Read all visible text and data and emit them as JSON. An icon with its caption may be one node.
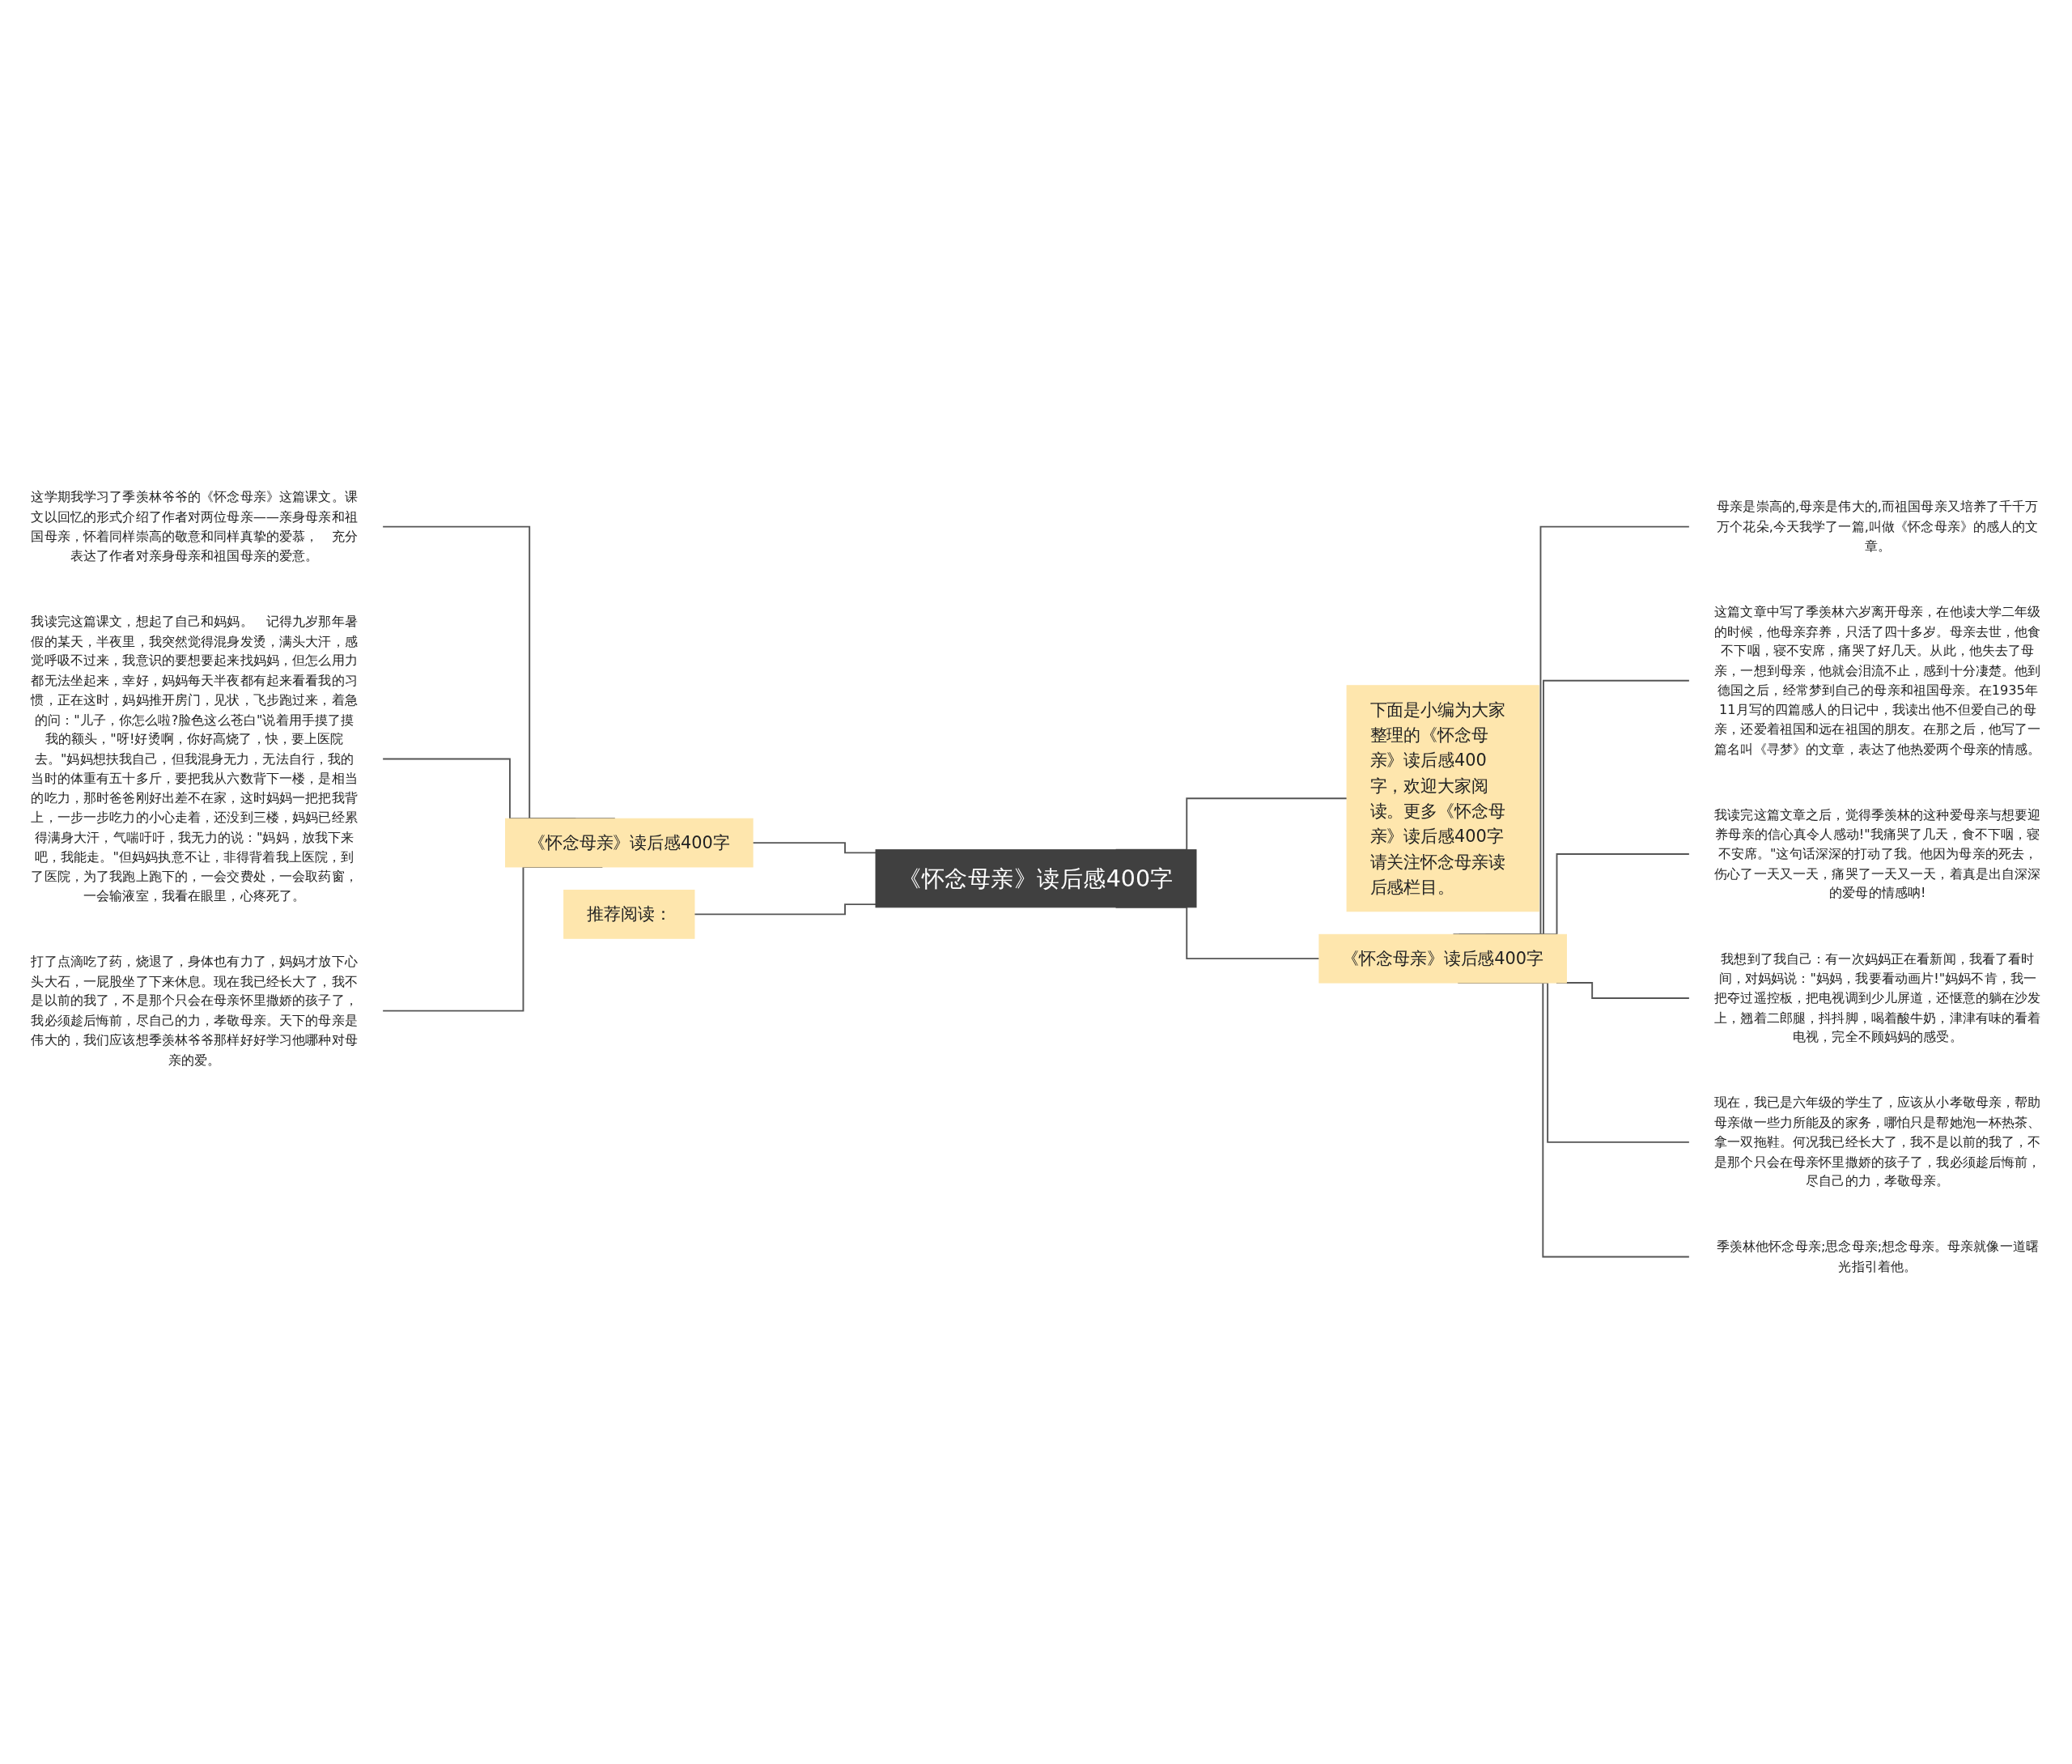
{
  "diagram": {
    "nodes": [
      {
        "text": [
          "《怀念母亲》读后感400字"
        ]
      },
      {
        "text": [
          "《怀念母亲》读后感400字"
        ]
      },
      {
        "text": [
          "这学期我学习了季羡林爷爷的《怀念母亲》这篇课文。课文以回忆的形式介绍了作者对两位母亲——亲身母亲和祖国母亲，怀着同样崇高的敬意和同样真挚的爱慕，　充分表达了作者对亲身母亲和祖国母亲的爱意。"
        ]
      },
      {
        "text": [
          "我读完这篇课文，想起了自己和妈妈。　记得九岁那年暑假的某天，半夜里，我突然觉得混身发烫，满头大汗，感觉呼吸不过来，我意识的要想要起来找妈妈，但怎么用力都无法坐起来，幸好，妈妈每天半夜都有起来看看我的习惯，正在这时，妈妈推开房门，见状，飞步跑过来，着急的问：\"儿子，你怎么啦?脸色这么苍白\"说着用手摸了摸我的额头，\"呀!好烫啊，你好高烧了，快，要上医院去。\"妈妈想扶我自己，但我混身无力，无法自行，我的当时的体重有五十多斤，要把我从六数背下一楼，是相当的吃力，那时爸爸刚好出差不在家，这时妈妈一把把我背上，一步一步吃力的小心走着，还没到三楼，妈妈已经累得满身大汗，气喘吁吁，我无力的说：\"妈妈，放我下来吧，我能走。\"但妈妈执意不让，非得背着我上医院，到了医院，为了我跑上跑下的，一会交费处，一会取药窗，一会输液室，我看在眼里，心疼死了。"
        ]
      },
      {
        "text": [
          "打了点滴吃了药，烧退了，身体也有力了，妈妈才放下心头大石，一屁股坐了下来休息。现在我已经长大了，我不是以前的我了，不是那个只会在母亲怀里撒娇的孩子了，我必须趁后悔前，尽自己的力，孝敬母亲。天下的母亲是伟大的，我们应该想季羡林爷爷那样好好学习他哪种对母亲的爱。"
        ]
      },
      {
        "text": [
          "推荐阅读："
        ]
      },
      {
        "text": [
          "下面是小编为大家整理的《怀念母亲》读后感400字，欢迎大家阅读。更多《怀念母亲》读后感400字请关注怀念母亲读后感栏目。"
        ]
      },
      {
        "text": [
          "《怀念母亲》读后感400字"
        ]
      },
      {
        "text": [
          "母亲是崇高的,母亲是伟大的,而祖国母亲又培养了千千万万个花朵,今天我学了一篇,叫做《怀念母亲》的感人的文章。"
        ]
      },
      {
        "text": [
          "这篇文章中写了季羡林六岁离开母亲，在他读大学二年级的时候，他母亲弃养，只活了四十多岁。母亲去世，他食不下咽，寝不安席，痛哭了好几天。从此，他失去了母亲，一想到母亲，他就会泪流不止，感到十分凄楚。他到德国之后，经常梦到自己的母亲和祖国母亲。在1935年11月写的四篇感人的日记中，我读出他不但爱自己的母亲，还爱着祖国和远在祖国的朋友。在那之后，他写了一篇名叫《寻梦》的文章，表达了他热爱两个母亲的情感。"
        ]
      },
      {
        "text": [
          "我读完这篇文章之后，觉得季羡林的这种爱母亲与想要迎养母亲的信心真令人感动!\"我痛哭了几天，食不下咽，寝不安席。\"这句话深深的打动了我。他因为母亲的死去，伤心了一天又一天，痛哭了一天又一天，着真是出自深深的爱母的情感呐!"
        ]
      },
      {
        "text": [
          "我想到了我自己：有一次妈妈正在看新闻，我看了看时间，对妈妈说：\"妈妈，我要看动画片!\"妈妈不肯，我一把夺过遥控板，把电视调到少儿屏道，还惬意的躺在沙发上，翘着二郎腿，抖抖脚，喝着酸牛奶，津津有味的看着电视，完全不顾妈妈的感受。"
        ]
      },
      {
        "text": [
          "现在，我已是六年级的学生了，应该从小孝敬母亲，帮助母亲做一些力所能及的家务，哪怕只是帮她泡一杯热茶、拿一双拖鞋。何况我已经长大了，我不是以前的我了，不是那个只会在母亲怀里撒娇的孩子了，我必须趁后悔前，尽自己的力，孝敬母亲。"
        ]
      },
      {
        "text": [
          "季羡林他怀念母亲;思念母亲;想念母亲。母亲就像一道曙光指引着他。"
        ]
      }
    ],
    "edges": [
      {
        "from": 0,
        "to": 1,
        "arrow": "none"
      },
      {
        "from": 1,
        "to": 2,
        "arrow": "none"
      },
      {
        "from": 1,
        "to": 3,
        "arrow": "none"
      },
      {
        "from": 1,
        "to": 4,
        "arrow": "none"
      },
      {
        "from": 0,
        "to": 5,
        "arrow": "none"
      },
      {
        "from": 0,
        "to": 6,
        "arrow": "none"
      },
      {
        "from": 0,
        "to": 7,
        "arrow": "none"
      },
      {
        "from": 7,
        "to": 8,
        "arrow": "none"
      },
      {
        "from": 7,
        "to": 9,
        "arrow": "none"
      },
      {
        "from": 7,
        "to": 10,
        "arrow": "none"
      },
      {
        "from": 7,
        "to": 11,
        "arrow": "none"
      },
      {
        "from": 7,
        "to": 12,
        "arrow": "none"
      },
      {
        "from": 7,
        "to": 13,
        "arrow": "none"
      }
    ]
  }
}
